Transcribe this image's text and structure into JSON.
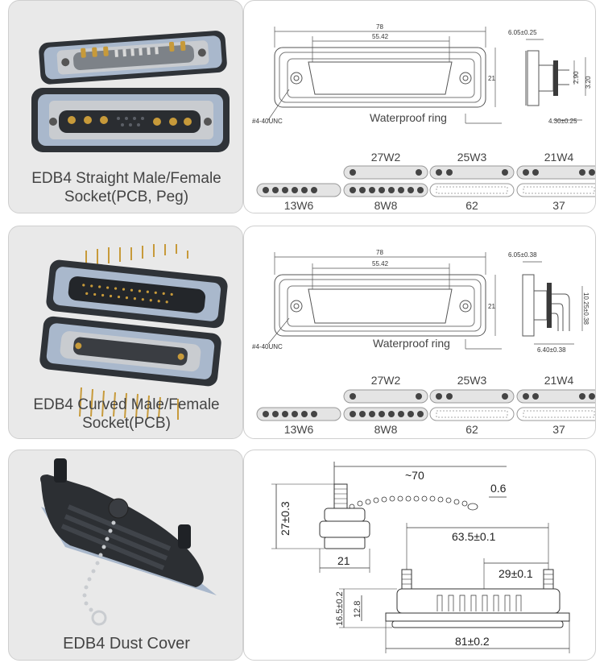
{
  "section1": {
    "caption": "EDB4 Straight Male/Female Socket(PCB, Peg)",
    "dims": {
      "width": "78",
      "pitch": "55.42",
      "height": "21",
      "thread": "#4-40UNC",
      "depth": "6.05±0.25",
      "side_a": "2.90",
      "side_b": "3.20",
      "pin": "4.30±0.25"
    },
    "waterproof_label": "Waterproof ring",
    "top_codes": [
      "27W2",
      "25W3",
      "21W4"
    ],
    "bottom_codes": [
      "13W6",
      "8W8",
      "62",
      "37"
    ]
  },
  "section2": {
    "caption": "EDB4 Curved Male/Female Socket(PCB)",
    "dims": {
      "width": "78",
      "pitch": "55.42",
      "height": "21",
      "thread": "#4-40UNC",
      "depth": "6.05±0.38",
      "side": "10.25±0.38",
      "pin": "6.40±0.38"
    },
    "waterproof_label": "Waterproof ring",
    "top_codes": [
      "27W2",
      "25W3",
      "21W4"
    ],
    "bottom_codes": [
      "13W6",
      "8W8",
      "62",
      "37"
    ]
  },
  "section3": {
    "caption": "EDB4 Dust Cover",
    "dims": {
      "chain": "~70",
      "chain_end": "0.6",
      "height": "27±0.3",
      "cap_width": "21",
      "span": "63.5±0.1",
      "half": "29±0.1",
      "total_h": "16.5±0.2",
      "body_h": "12.8",
      "total_w": "81±0.2"
    }
  },
  "colors": {
    "panel_bg": "#e9e9e9",
    "gasket": "#a9b8cc",
    "frame": "#2f3338",
    "metal": "#c9ccd0",
    "gold": "#c79a3a",
    "line": "#333333"
  }
}
